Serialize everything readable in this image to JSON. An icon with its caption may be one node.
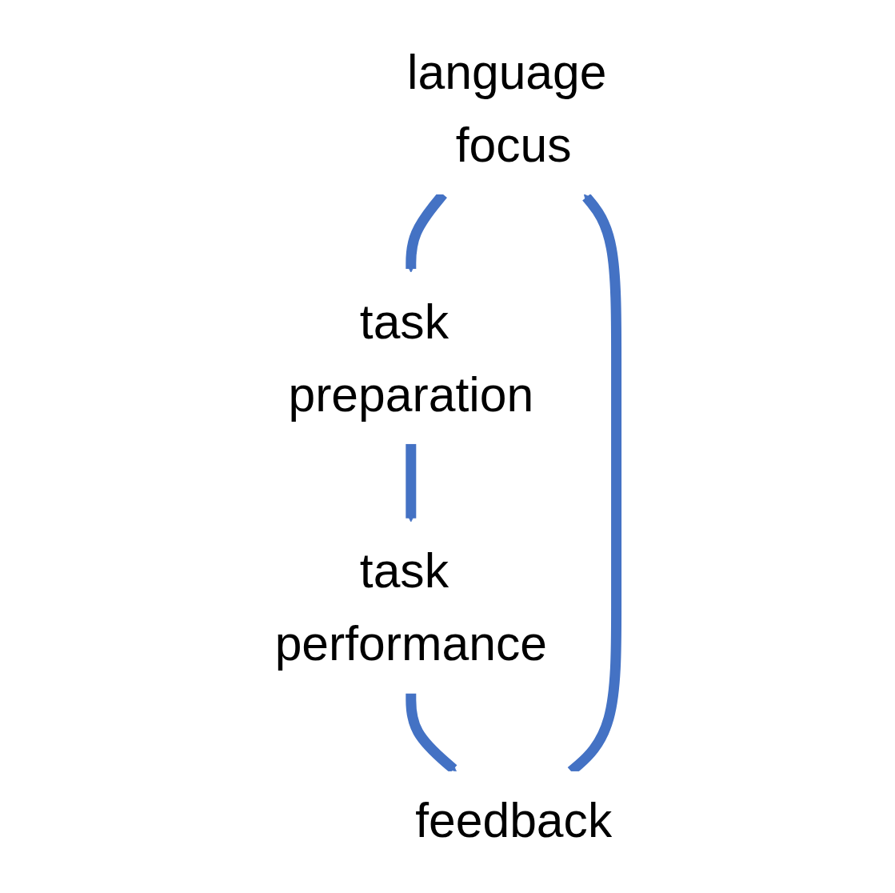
{
  "diagram": {
    "nodes": [
      {
        "text": [
          "language focus"
        ]
      },
      {
        "text": [
          "task preparation"
        ]
      },
      {
        "text": [
          "task performance"
        ]
      },
      {
        "text": [
          "feedback"
        ]
      }
    ],
    "edges": [
      {
        "from": 0,
        "to": 1,
        "arrow": "to"
      },
      {
        "from": 1,
        "to": 2,
        "arrow": "to"
      },
      {
        "from": 2,
        "to": 3,
        "arrow": "to"
      },
      {
        "from": 3,
        "to": 0,
        "arrow": "to"
      }
    ]
  }
}
